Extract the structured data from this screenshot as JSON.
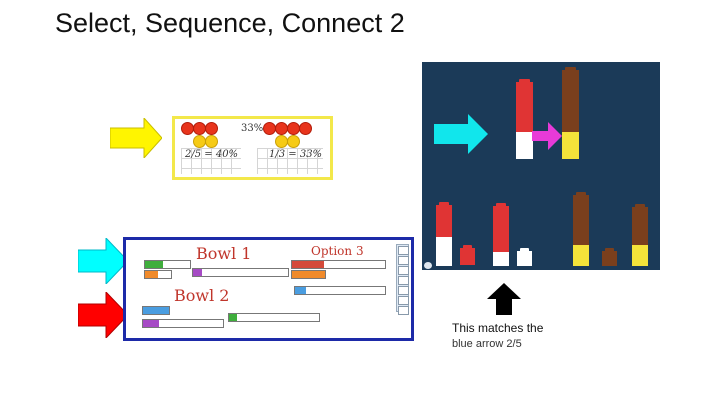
{
  "slide": {
    "title": "Select, Sequence, Connect 2"
  },
  "panel1": {
    "percent_label": "33%",
    "fraction_left": "2/5 = 40%",
    "fraction_right": "1/3 = 33%"
  },
  "panel2": {
    "bowl1_label": "Bowl 1",
    "bowl2_label": "Bowl 2",
    "option_label": "Option 3"
  },
  "caption": {
    "line1": "This matches the",
    "line2": "blue arrow 2/5"
  },
  "colors": {
    "yellow_arrow": "#fff500",
    "cyan_arrow": "#00ffff",
    "red_arrow": "#ff0000",
    "magenta_arrow": "#e83ad8",
    "black_arrow": "#000000",
    "panel3_bg": "#1b3a58",
    "panel2_border": "#1d2aa8",
    "panel1_border": "#f3e84a"
  }
}
